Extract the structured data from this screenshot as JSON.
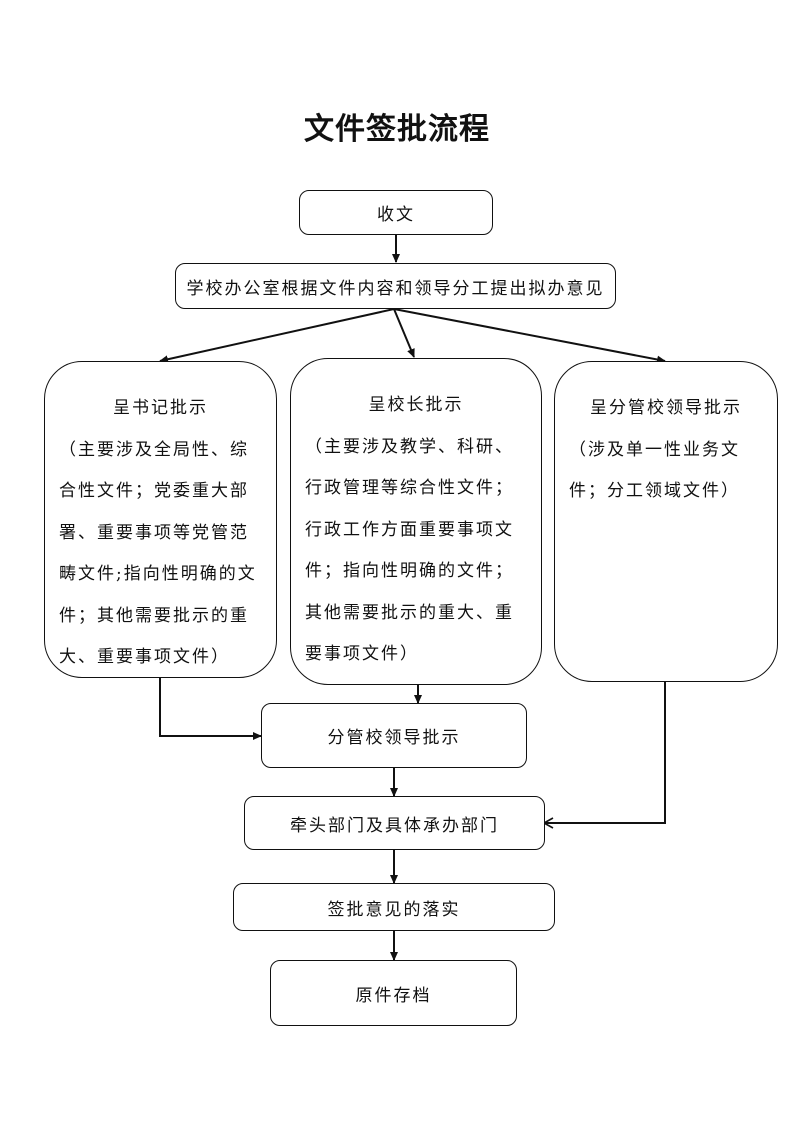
{
  "title": "文件签批流程",
  "nodes": {
    "receive": "收文",
    "office": "学校办公室根据文件内容和领导分工提出拟办意见",
    "secretary": {
      "head": "呈书记批示",
      "body": "（主要涉及全局性、综合性文件；党委重大部署、重要事项等党管范畴文件;指向性明确的文件；其他需要批示的重大、重要事项文件）"
    },
    "principal": {
      "head": "呈校长批示",
      "body": "（主要涉及教学、科研、行政管理等综合性文件；行政工作方面重要事项文件；指向性明确的文件；其他需要批示的重大、重要事项文件）"
    },
    "leader": {
      "head": "呈分管校领导批示",
      "body": "（涉及单一性业务文件；分工领域文件）"
    },
    "leader_approval": "分管校领导批示",
    "department": "牵头部门及具体承办部门",
    "implement": "签批意见的落实",
    "archive": "原件存档"
  },
  "colors": {
    "stroke": "#111111",
    "background": "#ffffff"
  }
}
